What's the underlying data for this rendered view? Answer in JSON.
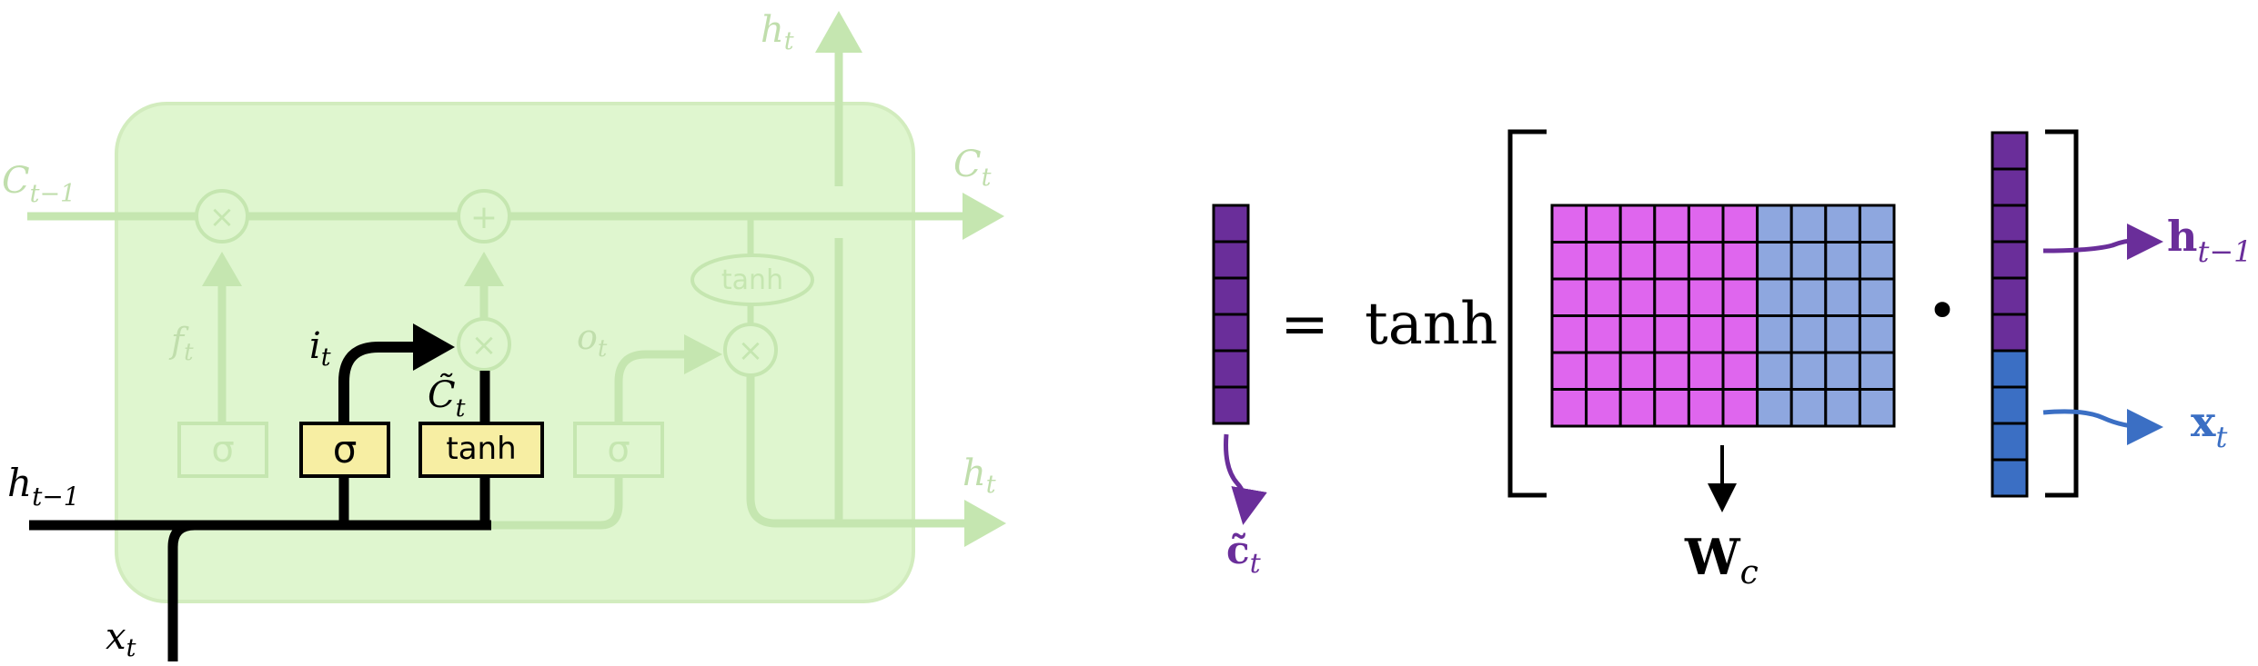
{
  "lstm": {
    "labels": {
      "h_t_top": "h",
      "h_t_top_sub": "t",
      "c_prev": "C",
      "c_prev_sub": "t−1",
      "c_t": "C",
      "c_t_sub": "t",
      "f_t": "f",
      "f_t_sub": "t",
      "i_t": "i",
      "i_t_sub": "t",
      "o_t": "o",
      "o_t_sub": "t",
      "c_tilde": "C̃",
      "c_tilde_sub": "t",
      "h_prev": "h",
      "h_prev_sub": "t−1",
      "x_t": "x",
      "x_t_sub": "t",
      "h_t_out": "h",
      "h_t_out_sub": "t"
    },
    "ops": {
      "multiply": "×",
      "add": "+"
    },
    "gates": {
      "sigma": "σ",
      "tanh": "tanh",
      "tanh_oval": "tanh"
    }
  },
  "equation": {
    "equals": "=",
    "func": "tanh",
    "dot": "•",
    "c_tilde": "c̃",
    "c_tilde_sub": "t",
    "weight": "W",
    "weight_sub": "c",
    "h_prev": "h",
    "h_prev_sub": "t−1",
    "x_t": "x",
    "x_t_sub": "t"
  },
  "colors": {
    "light_box": "#dff6cf",
    "light_line": "#c5e6b0",
    "faded_text": "#c0deac",
    "gate_yellow": "#f7eea3",
    "purple": "#6a2e9a",
    "magenta": "#df66ee",
    "light_blue": "#8ea7df",
    "blue": "#3b6fc4"
  }
}
